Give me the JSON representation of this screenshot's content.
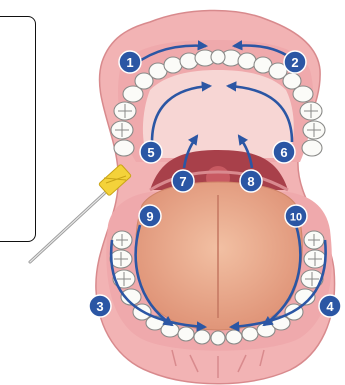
{
  "figure": {
    "markers": [
      {
        "id": "1",
        "label": "1"
      },
      {
        "id": "2",
        "label": "2"
      },
      {
        "id": "3",
        "label": "3"
      },
      {
        "id": "4",
        "label": "4"
      },
      {
        "id": "5",
        "label": "5"
      },
      {
        "id": "6",
        "label": "6"
      },
      {
        "id": "7",
        "label": "7"
      },
      {
        "id": "8",
        "label": "8"
      },
      {
        "id": "9",
        "label": "9"
      },
      {
        "id": "10",
        "label": "10"
      }
    ],
    "colors": {
      "marker_fill": "#2b56a4",
      "arrow": "#2b56a4",
      "gum": "#efa9ac",
      "palate": "#f7d6d4",
      "tongue": "#e8a486",
      "throat": "#a8404a",
      "brush_head": "#f4d23a"
    }
  }
}
